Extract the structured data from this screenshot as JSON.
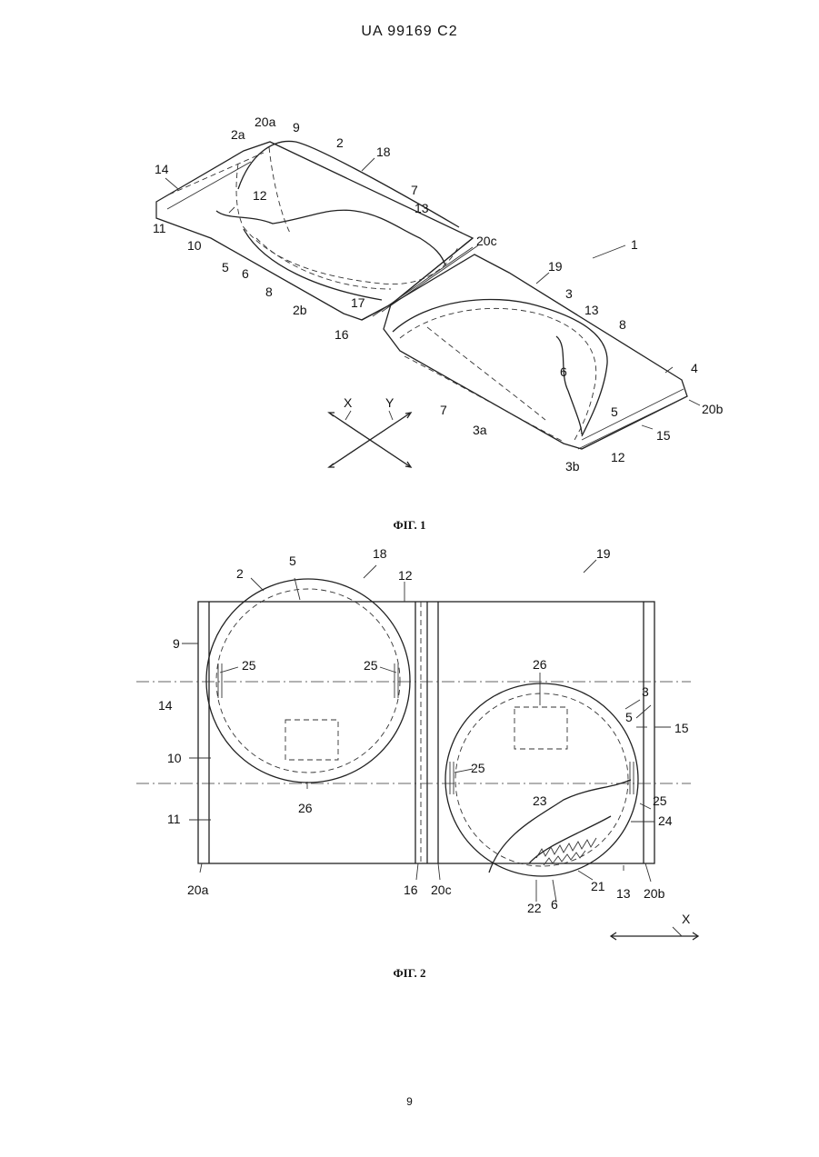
{
  "header": "UA 99169 C2",
  "fig1": {
    "caption": "ФІГ. 1",
    "labels": [
      "20a",
      "2a",
      "9",
      "2",
      "18",
      "14",
      "12",
      "7",
      "13",
      "11",
      "10",
      "5",
      "6",
      "8",
      "20c",
      "1",
      "19",
      "2b",
      "17",
      "3",
      "13",
      "8",
      "16",
      "4",
      "20b",
      "7",
      "6",
      "5",
      "3a",
      "15",
      "3b",
      "12"
    ],
    "axis_x": "X",
    "axis_y": "Y"
  },
  "fig2": {
    "caption": "ФІГ. 2",
    "labels": [
      "18",
      "2",
      "5",
      "12",
      "19",
      "9",
      "25",
      "25",
      "14",
      "10",
      "26",
      "11",
      "20a",
      "16",
      "20c",
      "26",
      "3",
      "5",
      "15",
      "25",
      "23",
      "25",
      "24",
      "21",
      "22",
      "6",
      "13",
      "20b"
    ],
    "axis_x": "X"
  },
  "page_number": "9"
}
